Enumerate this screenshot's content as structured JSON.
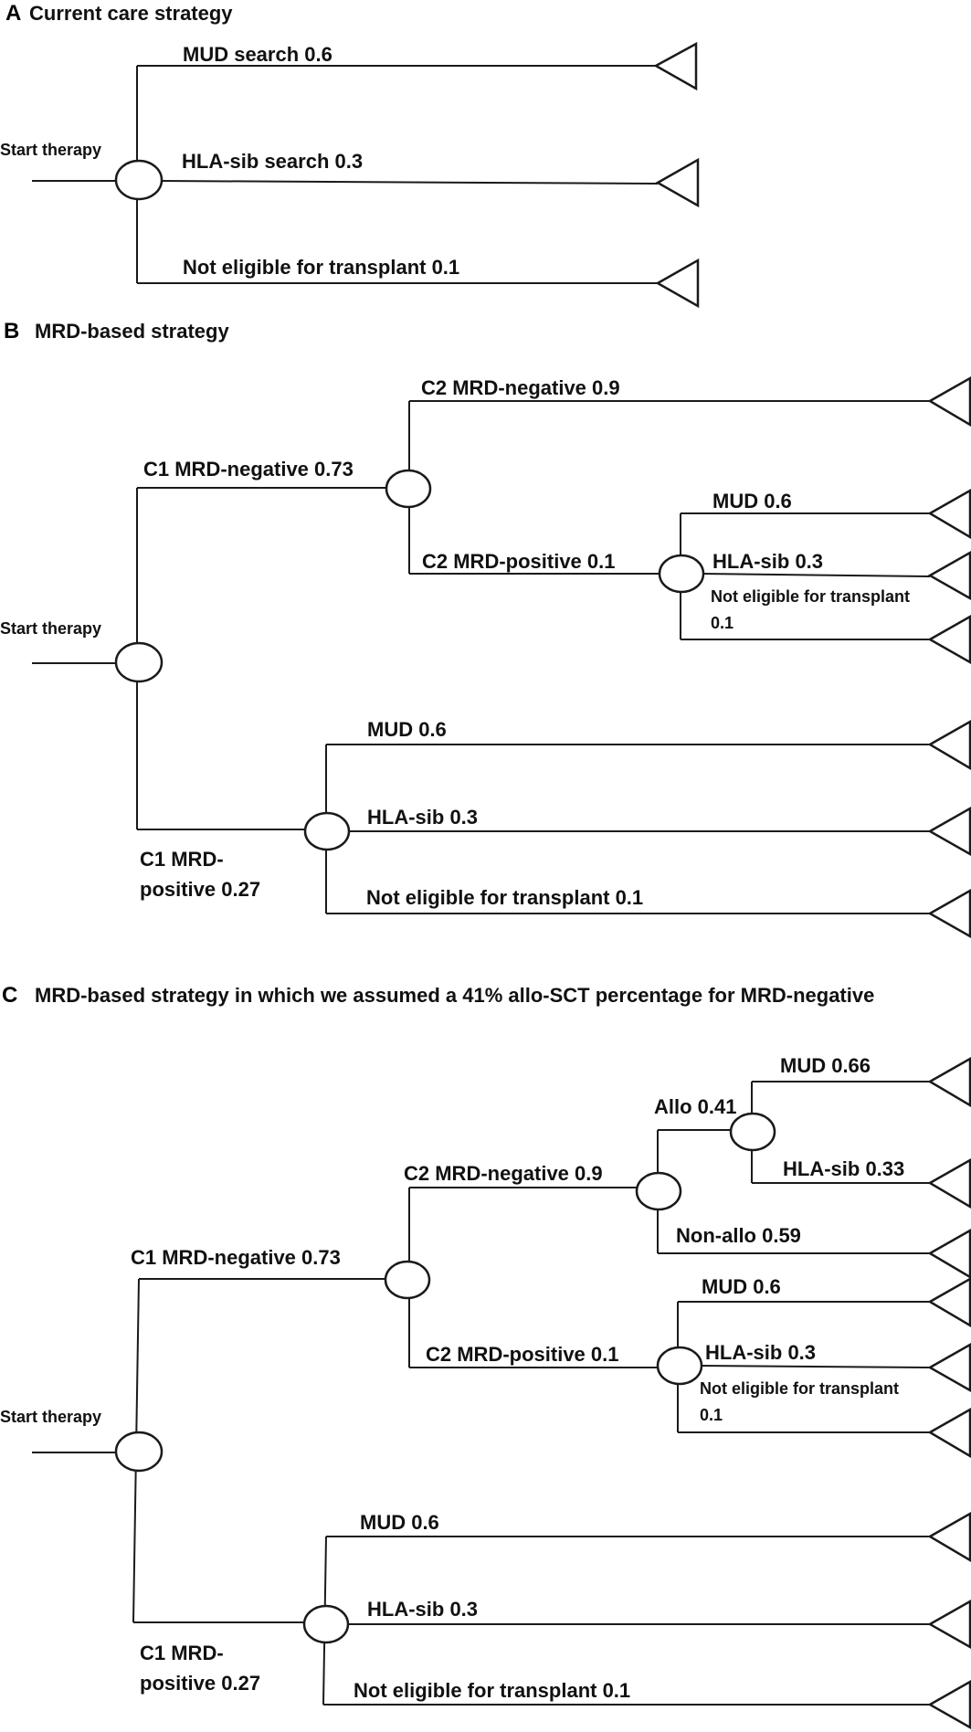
{
  "panel_a": {
    "letter": "A",
    "title": "Current care strategy",
    "start_label": "Start therapy",
    "branches": {
      "mud": "MUD search 0.6",
      "hla": "HLA-sib search 0.3",
      "ne": "Not eligible for transplant 0.1"
    }
  },
  "panel_b": {
    "letter": "B",
    "title": "MRD-based strategy",
    "start_label": "Start therapy",
    "c1_neg": "C1 MRD-negative 0.73",
    "c2_neg": "C2 MRD-negative 0.9",
    "c2_pos": "C2 MRD-positive 0.1",
    "c2_pos_mud": "MUD 0.6",
    "c2_pos_hla": "HLA-sib 0.3",
    "c2_pos_ne_line1": "Not eligible for transplant",
    "c2_pos_ne_line2": "0.1",
    "c1_pos_line1": "C1 MRD-",
    "c1_pos_line2": "positive 0.27",
    "c1_pos_mud": "MUD 0.6",
    "c1_pos_hla": "HLA-sib 0.3",
    "c1_pos_ne": "Not eligible for transplant 0.1"
  },
  "panel_c": {
    "letter": "C",
    "title": "MRD-based strategy in which we assumed a 41% allo-SCT percentage for MRD-negative",
    "start_label": "Start therapy",
    "c1_neg": "C1 MRD-negative 0.73",
    "c2_neg": "C2 MRD-negative 0.9",
    "allo": "Allo 0.41",
    "allo_mud": "MUD 0.66",
    "allo_hla": "HLA-sib 0.33",
    "non_allo": "Non-allo 0.59",
    "c2_pos": "C2 MRD-positive 0.1",
    "c2_pos_mud": "MUD 0.6",
    "c2_pos_hla": "HLA-sib 0.3",
    "c2_pos_ne_line1": "Not eligible for transplant",
    "c2_pos_ne_line2": "0.1",
    "c1_pos_line1": "C1 MRD-",
    "c1_pos_line2": "positive 0.27",
    "c1_pos_mud": "MUD 0.6",
    "c1_pos_hla": "HLA-sib 0.3",
    "c1_pos_ne": "Not eligible for transplant 0.1"
  }
}
